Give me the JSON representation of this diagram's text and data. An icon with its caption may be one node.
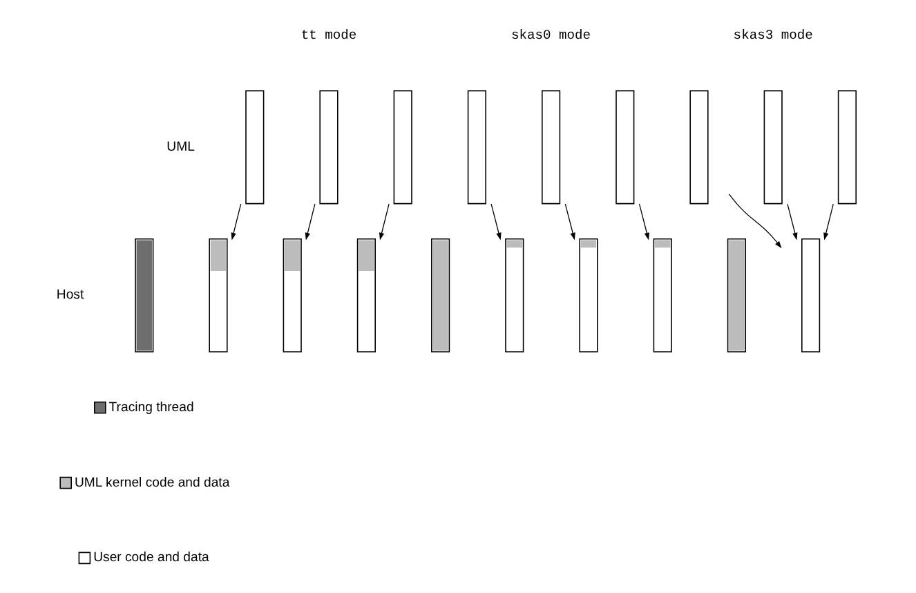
{
  "diagram": {
    "nodes": [
      {
        "text": [],
        "shape": "bar"
      },
      {
        "text": [],
        "shape": "bar"
      },
      {
        "text": [],
        "shape": "bar"
      },
      {
        "text": [],
        "shape": "bar"
      },
      {
        "text": [],
        "shape": "bar"
      },
      {
        "text": [],
        "shape": "bar"
      },
      {
        "text": [],
        "shape": "bar"
      },
      {
        "text": [],
        "shape": "bar"
      },
      {
        "text": [],
        "shape": "bar"
      },
      {
        "text": [],
        "shape": "bar"
      },
      {
        "text": [],
        "shape": "bar"
      },
      {
        "text": [],
        "shape": "bar"
      },
      {
        "text": [],
        "shape": "bar"
      },
      {
        "text": [],
        "shape": "bar"
      },
      {
        "text": [],
        "shape": "bar"
      },
      {
        "text": [],
        "shape": "bar"
      },
      {
        "text": [],
        "shape": "bar"
      },
      {
        "text": [],
        "shape": "bar"
      },
      {
        "text": [],
        "shape": "bar"
      }
    ],
    "edges": [
      {
        "from": 0,
        "to": 10,
        "arrow": "to"
      },
      {
        "from": 1,
        "to": 11,
        "arrow": "to"
      },
      {
        "from": 2,
        "to": 12,
        "arrow": "to"
      },
      {
        "from": 3,
        "to": 14,
        "arrow": "to"
      },
      {
        "from": 4,
        "to": 15,
        "arrow": "to"
      },
      {
        "from": 5,
        "to": 16,
        "arrow": "to"
      },
      {
        "from": 6,
        "to": 18,
        "arrow": "to"
      },
      {
        "from": 7,
        "to": 18,
        "arrow": "to"
      },
      {
        "from": 8,
        "to": 18,
        "arrow": "to"
      }
    ],
    "labels": [
      "tt mode",
      "skas0 mode",
      "skas3 mode",
      "UML",
      "Host"
    ],
    "legend": [
      {
        "text": "Tracing thread",
        "color": "#6e6e6e"
      },
      {
        "text": "UML kernel code and data",
        "color": "#bcbcbc"
      },
      {
        "text": "User code and data",
        "color": "#ffffff"
      }
    ]
  }
}
